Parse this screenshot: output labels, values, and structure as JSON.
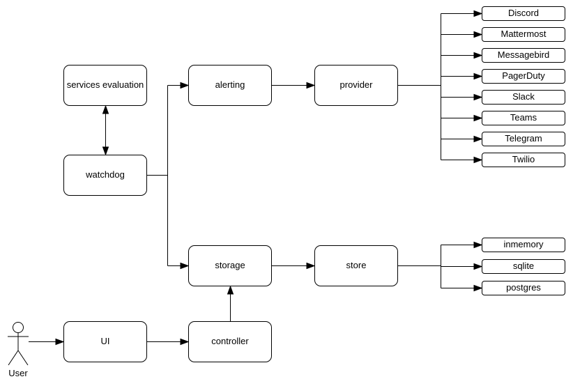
{
  "diagram": {
    "colors": {
      "background": "#ffffff",
      "node_fill": "#ffffff",
      "stroke": "#000000",
      "text": "#000000"
    },
    "nodes": {
      "services_evaluation": "services evaluation",
      "watchdog": "watchdog",
      "alerting": "alerting",
      "provider": "provider",
      "storage": "storage",
      "store": "store",
      "ui": "UI",
      "controller": "controller"
    },
    "providers": [
      "Discord",
      "Mattermost",
      "Messagebird",
      "PagerDuty",
      "Slack",
      "Teams",
      "Telegram",
      "Twilio"
    ],
    "stores": [
      "inmemory",
      "sqlite",
      "postgres"
    ],
    "actor": {
      "label": "User"
    }
  }
}
